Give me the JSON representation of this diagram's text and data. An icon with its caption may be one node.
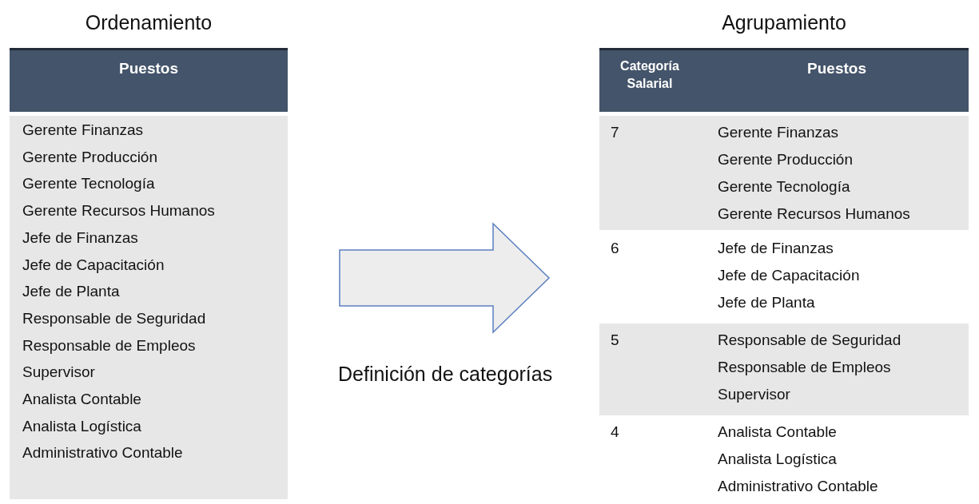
{
  "diagram": {
    "nodes": [
      {
        "text": [
          "Ordenamiento",
          "Puestos",
          "Gerente Finanzas",
          "Gerente Producción",
          "Gerente Tecnología",
          "Gerente Recursos Humanos",
          "Jefe de Finanzas",
          "Jefe de Capacitación",
          "Jefe de Planta",
          "Responsable de Seguridad",
          "Responsable de Empleos",
          "Supervisor",
          "Analista Contable",
          "Analista Logística",
          "Administrativo Contable"
        ]
      },
      {
        "text": [
          "Agrupamiento",
          "Categoría Salarial",
          "Puestos"
        ]
      },
      {
        "text": [
          "7",
          "Gerente Finanzas",
          "Gerente Producción",
          "Gerente Tecnología",
          "Gerente Recursos Humanos"
        ]
      },
      {
        "text": [
          "6",
          "Jefe de Finanzas",
          "Jefe de Capacitación",
          "Jefe de Planta"
        ]
      },
      {
        "text": [
          "5",
          "Responsable de Seguridad",
          "Responsable de Empleos",
          "Supervisor"
        ]
      },
      {
        "text": [
          "4",
          "Analista Contable",
          "Analista Logística",
          "Administrativo Contable"
        ]
      }
    ],
    "edges": [
      {
        "from": 0,
        "to": 1,
        "arrow": "to",
        "label": "Definición de categorías"
      }
    ]
  }
}
